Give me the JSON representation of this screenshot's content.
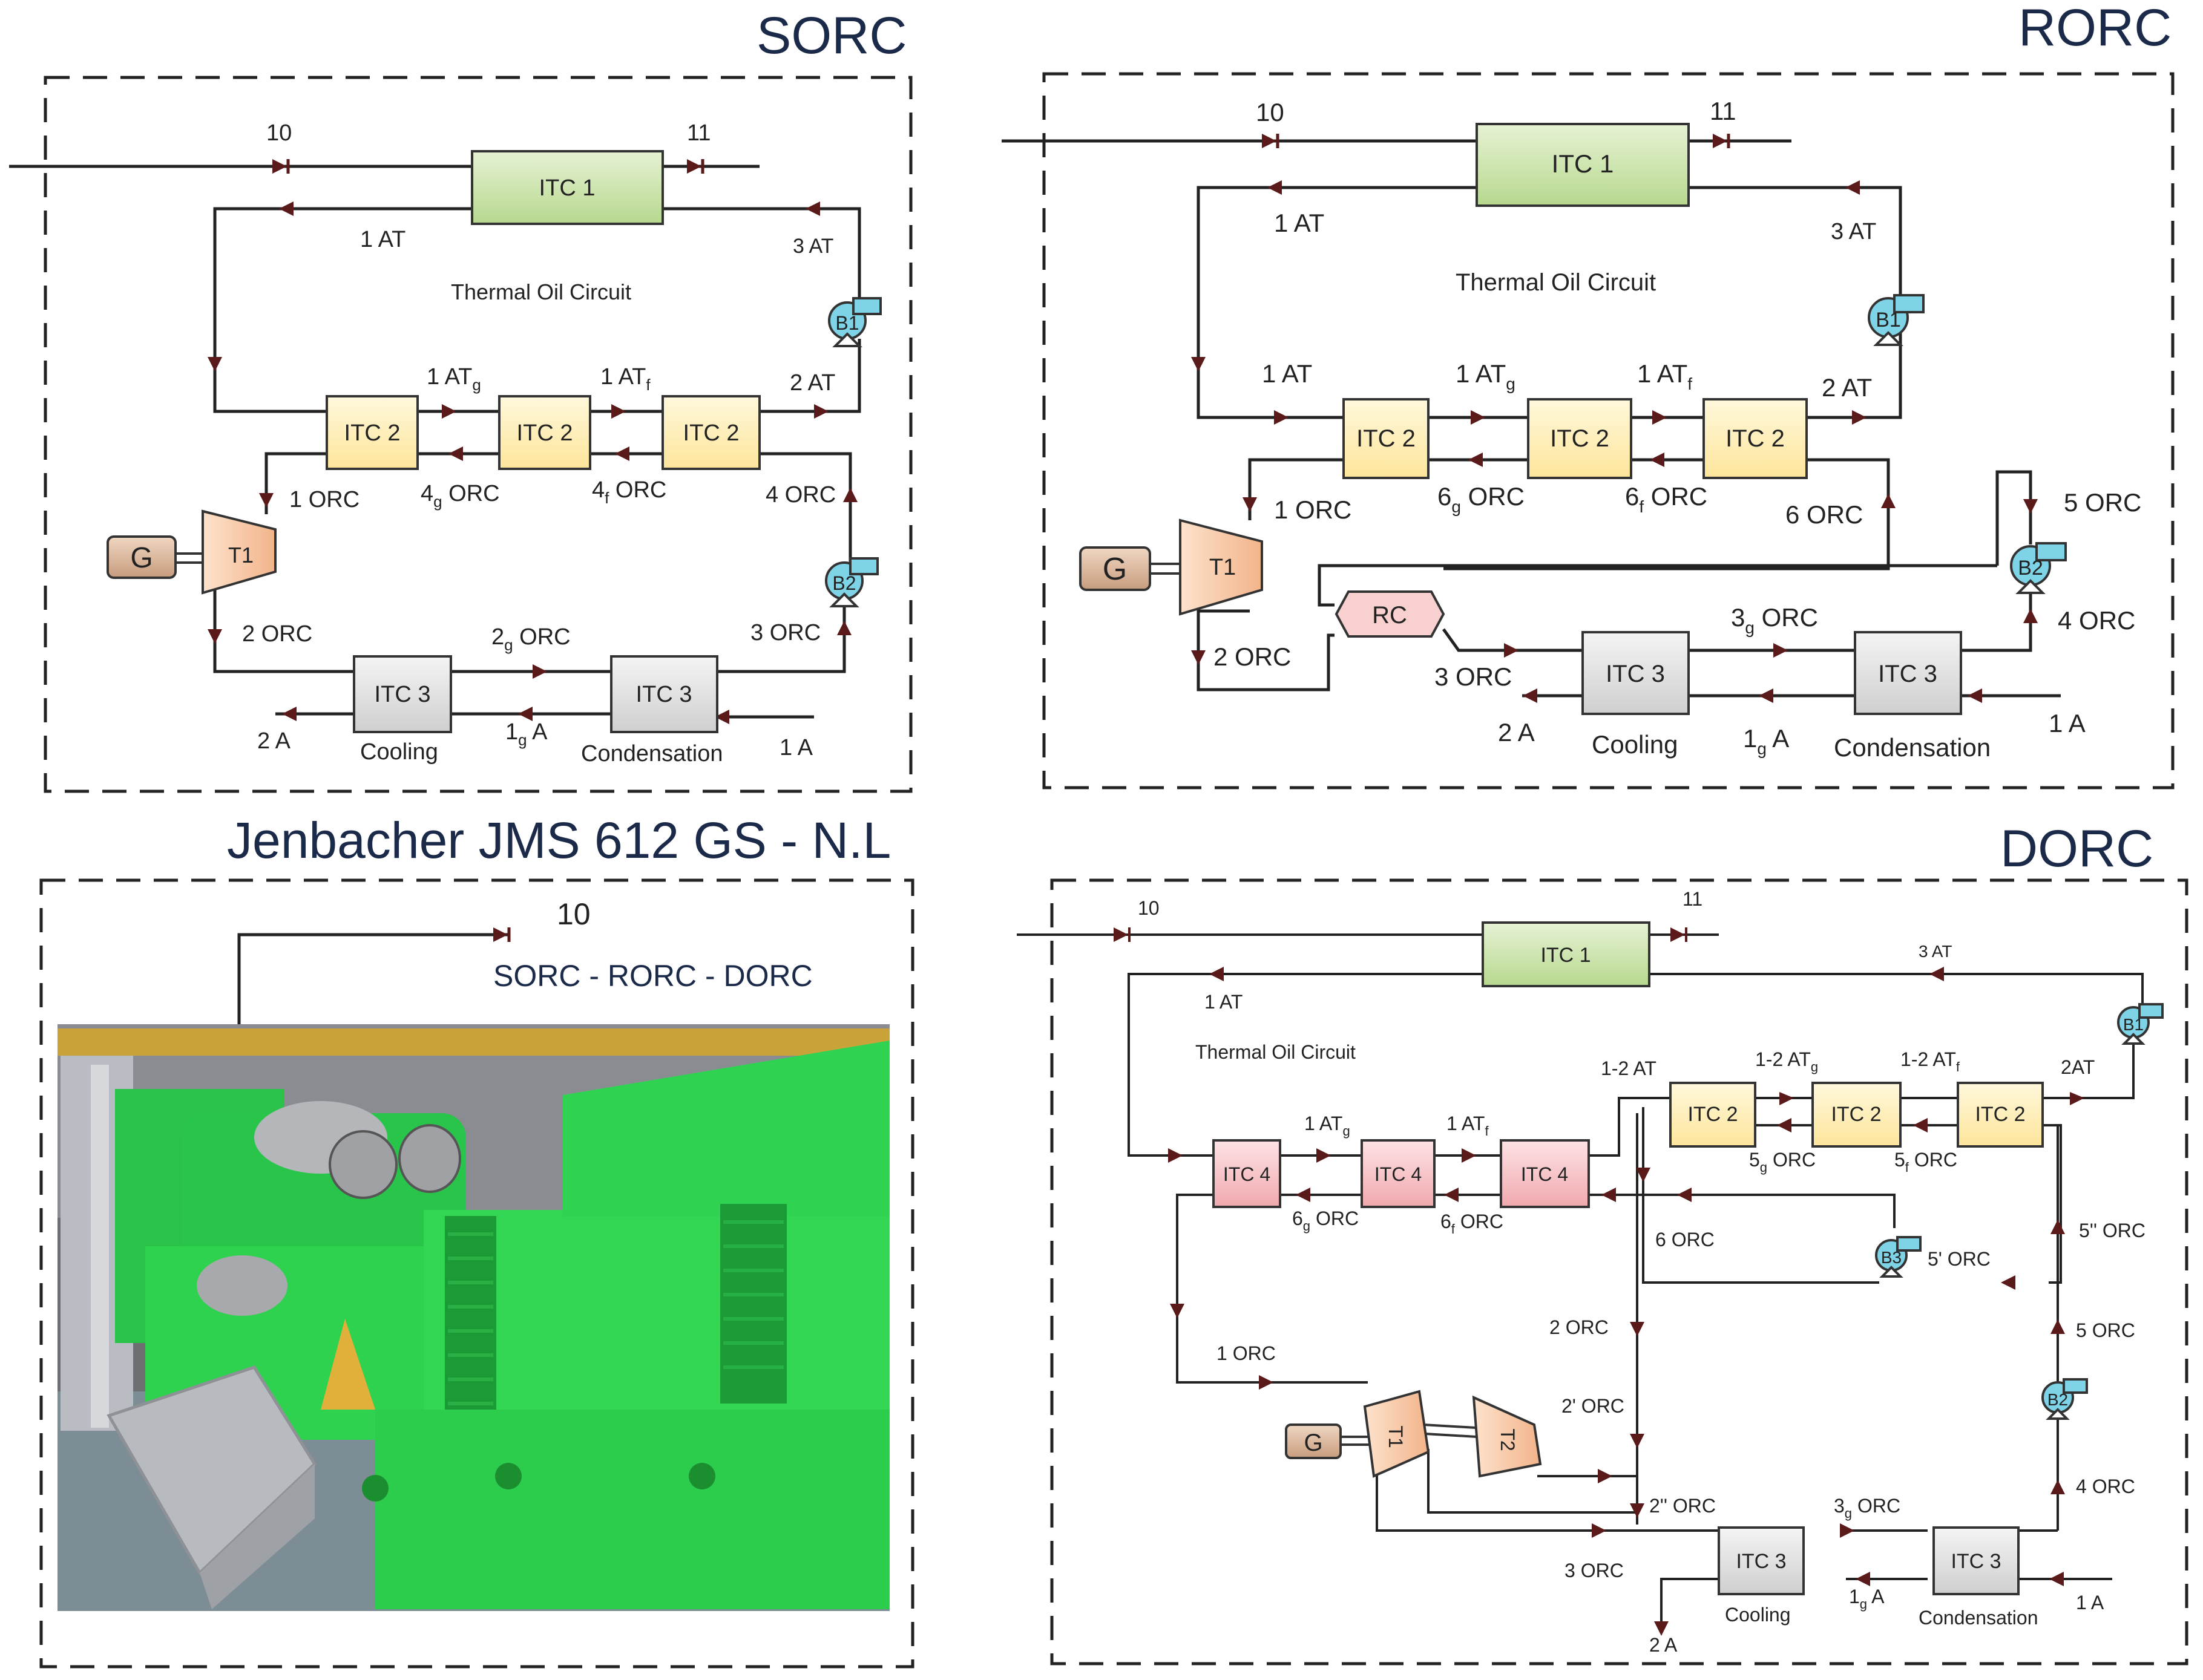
{
  "titles": {
    "sorc": "SORC",
    "rorc": "RORC",
    "dorc": "DORC",
    "engine": "Jenbacher JMS 612 GS - N.L",
    "engine_subtitle": "SORC - RORC - DORC",
    "engine_stream": "10"
  },
  "sorc": {
    "itc1": "ITC 1",
    "itc2": "ITC 2",
    "itc3": "ITC 3",
    "cooling": "Cooling",
    "condensation": "Condensation",
    "thermal_oil": "Thermal Oil Circuit",
    "gen": "G",
    "t1": "T1",
    "b1": "B1",
    "b2": "B2",
    "s10": "10",
    "s11": "11",
    "at1": "1 AT",
    "at3": "3 AT",
    "at2": "2 AT",
    "atg": "1 AT",
    "atg_sub": "g",
    "atf": "1 AT",
    "atf_sub": "f",
    "orc1": "1 ORC",
    "orc2": "2 ORC",
    "orc3": "3 ORC",
    "orc4": "4 ORC",
    "orc4g_pre": "4",
    "orc4g_sub": "g",
    "orc4g_post": " ORC",
    "orc4f_pre": "4",
    "orc4f_sub": "f",
    "orc4f_post": " ORC",
    "orc2g_pre": "2",
    "orc2g_sub": "g",
    "orc2g_post": " ORC",
    "a1": "1 A",
    "a2": "2 A",
    "a1g_pre": "1",
    "a1g_sub": "g",
    "a1g_post": " A"
  },
  "rorc": {
    "itc1": "ITC 1",
    "itc2": "ITC 2",
    "itc3": "ITC 3",
    "rc": "RC",
    "cooling": "Cooling",
    "condensation": "Condensation",
    "thermal_oil": "Thermal Oil Circuit",
    "gen": "G",
    "t1": "T1",
    "b1": "B1",
    "b2": "B2",
    "s10": "10",
    "s11": "11",
    "at1a": "1 AT",
    "at1b": "1 AT",
    "at3": "3 AT",
    "at2": "2 AT",
    "atg": "1 AT",
    "atg_sub": "g",
    "atf": "1 AT",
    "atf_sub": "f",
    "orc1": "1 ORC",
    "orc2": "2 ORC",
    "orc3": "3 ORC",
    "orc4": "4 ORC",
    "orc5": "5 ORC",
    "orc6": "6 ORC",
    "orc6g_pre": "6",
    "orc6g_sub": "g",
    "orc6g_post": " ORC",
    "orc6f_pre": "6",
    "orc6f_sub": "f",
    "orc6f_post": " ORC",
    "orc3g_pre": "3",
    "orc3g_sub": "g",
    "orc3g_post": " ORC",
    "a1": "1 A",
    "a2": "2 A",
    "a1g_pre": "1",
    "a1g_sub": "g",
    "a1g_post": " A"
  },
  "dorc": {
    "itc1": "ITC 1",
    "itc2": "ITC 2",
    "itc3": "ITC 3",
    "itc4": "ITC 4",
    "cooling": "Cooling",
    "condensation": "Condensation",
    "thermal_oil": "Thermal Oil Circuit",
    "gen": "G",
    "t1": "T1",
    "t2": "T2",
    "b1": "B1",
    "b2": "B2",
    "b3": "B3",
    "s10": "10",
    "s11": "11",
    "at1": "1 AT",
    "at3": "3 AT",
    "at2": "2AT",
    "at12": "1-2 AT",
    "at12g": "1-2 AT",
    "at12g_sub": "g",
    "at12f": "1-2 AT",
    "at12f_sub": "f",
    "atg": "1 AT",
    "atg_sub": "g",
    "atf": "1 AT",
    "atf_sub": "f",
    "orc1": "1 ORC",
    "orc2": "2 ORC",
    "orc2p": "2' ORC",
    "orc2pp": "2'' ORC",
    "orc3": "3 ORC",
    "orc4": "4 ORC",
    "orc5": "5 ORC",
    "orc5p": "5' ORC",
    "orc5pp": "5'' ORC",
    "orc6": "6 ORC",
    "orc5g_pre": "5",
    "orc5g_sub": "g",
    "orc5g_post": " ORC",
    "orc5f_pre": "5",
    "orc5f_sub": "f",
    "orc5f_post": " ORC",
    "orc6g_pre": "6",
    "orc6g_sub": "g",
    "orc6g_post": " ORC",
    "orc6f_pre": "6",
    "orc6f_sub": "f",
    "orc6f_post": " ORC",
    "orc3g_pre": "3",
    "orc3g_sub": "g",
    "orc3g_post": " ORC",
    "a1": "1 A",
    "a2": "2 A",
    "a1g_pre": "1",
    "a1g_sub": "g",
    "a1g_post": " A"
  },
  "colors": {
    "itc1": "#cfe7b0",
    "itc2": "#fff1b8",
    "itc3": "#e2e2e2",
    "itc4": "#f7c4c8",
    "turbine": "#f8c9a3",
    "pump": "#7fd3e6",
    "rc": "#f8d0cf",
    "photo_green": "#2fd24e"
  }
}
